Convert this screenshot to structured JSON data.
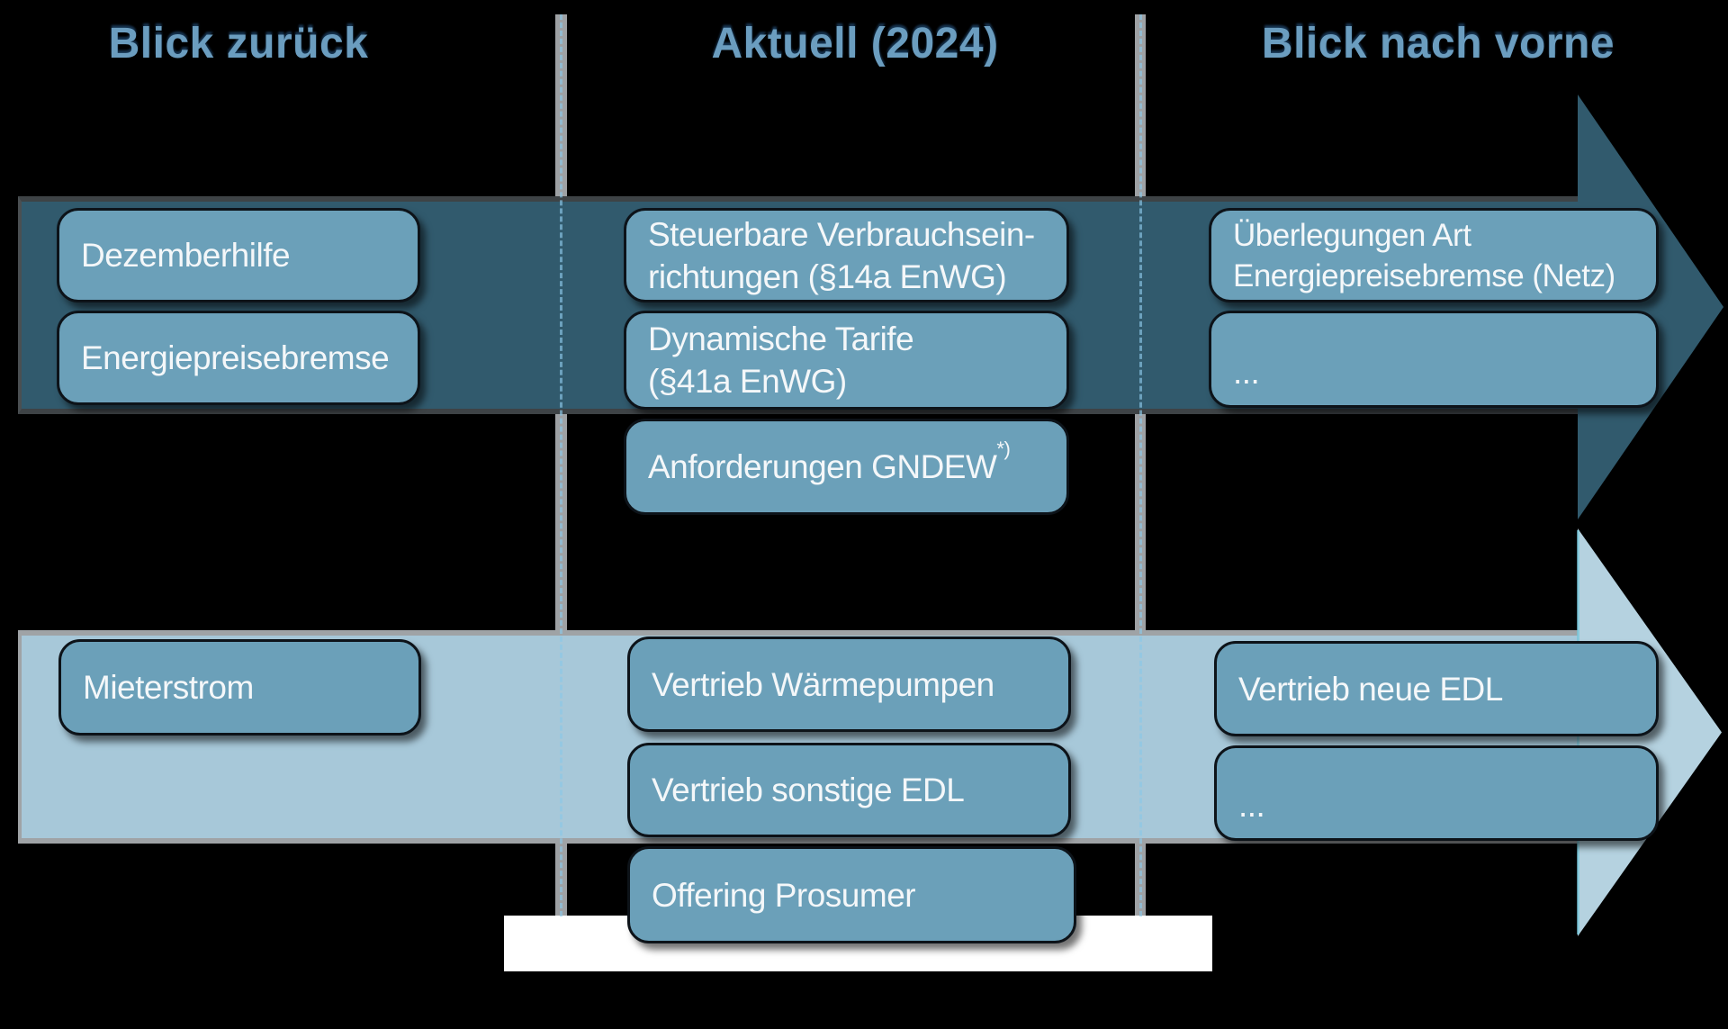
{
  "columns": {
    "past": {
      "label": "Blick zurück"
    },
    "current": {
      "label": "Aktuell (2024)"
    },
    "future": {
      "label": "Blick nach vorne"
    }
  },
  "lanes": {
    "regulatory": {
      "past": [
        "Dezemberhilfe",
        "Energiepreisebremse"
      ],
      "current": [
        "Steuerbare Verbrauchsein-\nrichtungen (§14a EnWG)",
        "Dynamische Tarife\n(§41a EnWG)"
      ],
      "gndew": {
        "label": "Anforderungen GNDEW",
        "superscript": "*)"
      },
      "future": [
        "Überlegungen Art\nEnergiepreisebremse (Netz)",
        "..."
      ]
    },
    "sales": {
      "past": [
        "Mieterstrom"
      ],
      "current": [
        "Vertrieb Wärmepumpen",
        "Vertrieb sonstige EDL",
        "Offering Prosumer"
      ],
      "future": [
        "Vertrieb neue EDL",
        "..."
      ]
    }
  },
  "colors": {
    "background": "#000000",
    "dark_band": "#315A6D",
    "dark_band_edge": "#3E4346",
    "light_band": "#A7C8D9",
    "light_band_edge": "#9FA3A6",
    "light_arrow": "#B5D2E0",
    "node_fill": "#6BA0B9",
    "node_border": "#0D1319",
    "node_text": "#F4F7F9",
    "header_text": "#6B9DBF",
    "divider": "#9EA1A4",
    "guide_dash": "#8CC8E8",
    "white_panel": "#FFFFFF"
  }
}
